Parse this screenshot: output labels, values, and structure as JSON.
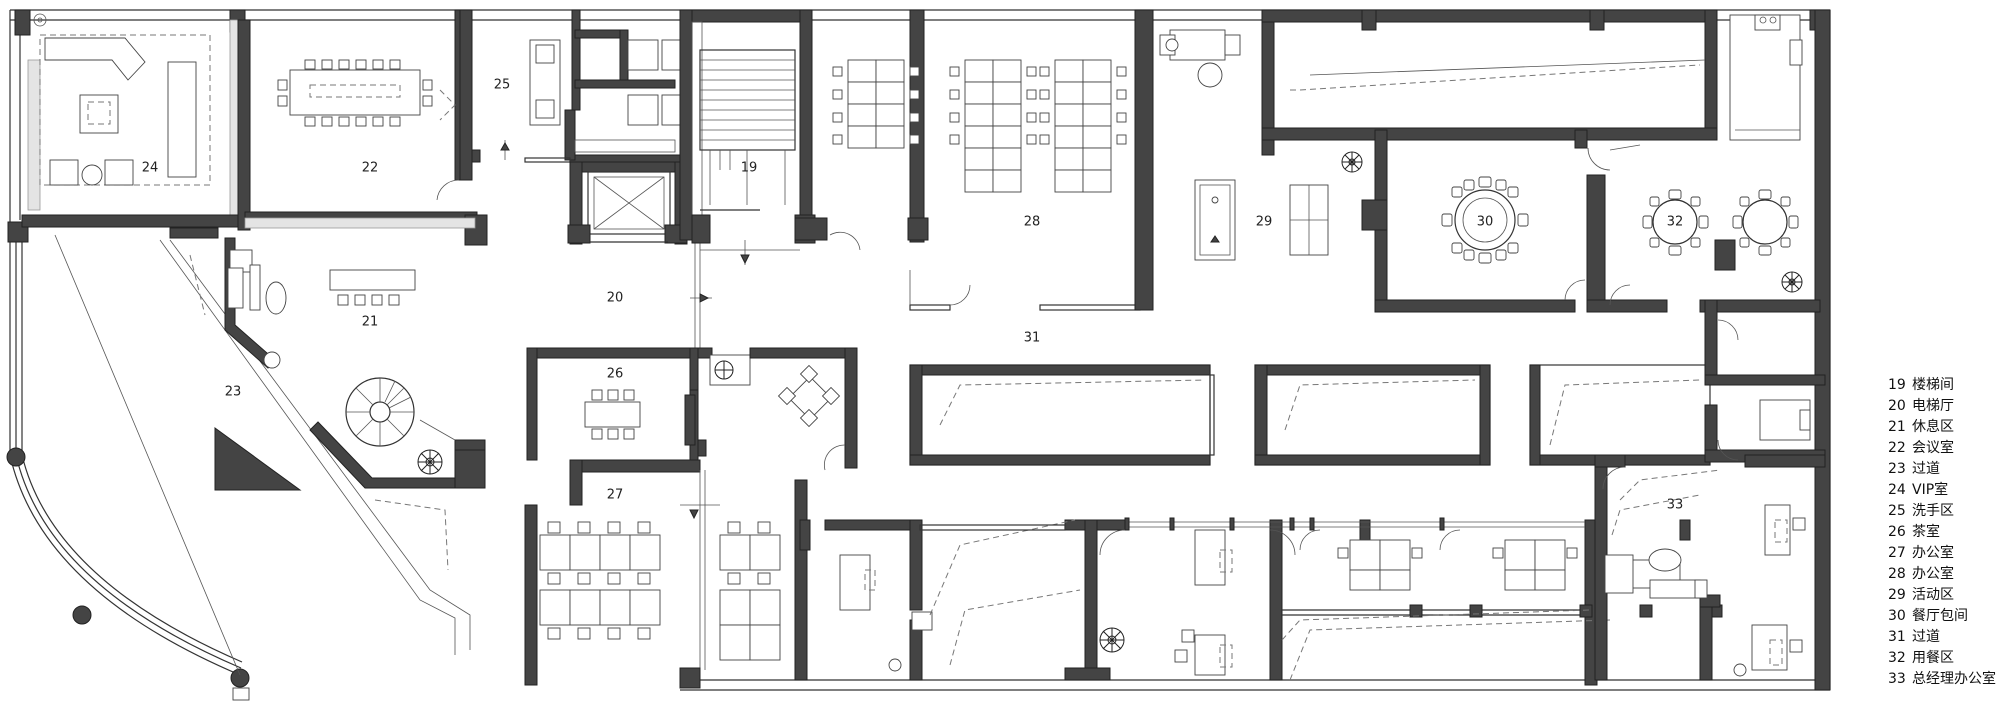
{
  "rooms": {
    "r19": "19",
    "r20": "20",
    "r21": "21",
    "r22": "22",
    "r23": "23",
    "r24": "24",
    "r25": "25",
    "r26": "26",
    "r27": "27",
    "r28": "28",
    "r29": "29",
    "r30": "30",
    "r31": "31",
    "r32": "32",
    "r33": "33"
  },
  "legend": [
    {
      "num": "19",
      "label": "楼梯间"
    },
    {
      "num": "20",
      "label": "电梯厅"
    },
    {
      "num": "21",
      "label": "休息区"
    },
    {
      "num": "22",
      "label": "会议室"
    },
    {
      "num": "23",
      "label": "过道"
    },
    {
      "num": "24",
      "label": "VIP室"
    },
    {
      "num": "25",
      "label": "洗手区"
    },
    {
      "num": "26",
      "label": "茶室"
    },
    {
      "num": "27",
      "label": "办公室"
    },
    {
      "num": "28",
      "label": "办公室"
    },
    {
      "num": "29",
      "label": "活动区"
    },
    {
      "num": "30",
      "label": "餐厅包间"
    },
    {
      "num": "31",
      "label": "过道"
    },
    {
      "num": "32",
      "label": "用餐区"
    },
    {
      "num": "33",
      "label": "总经理办公室"
    }
  ],
  "colors": {
    "wall": "#444444",
    "line": "#333333",
    "background": "#ffffff"
  }
}
